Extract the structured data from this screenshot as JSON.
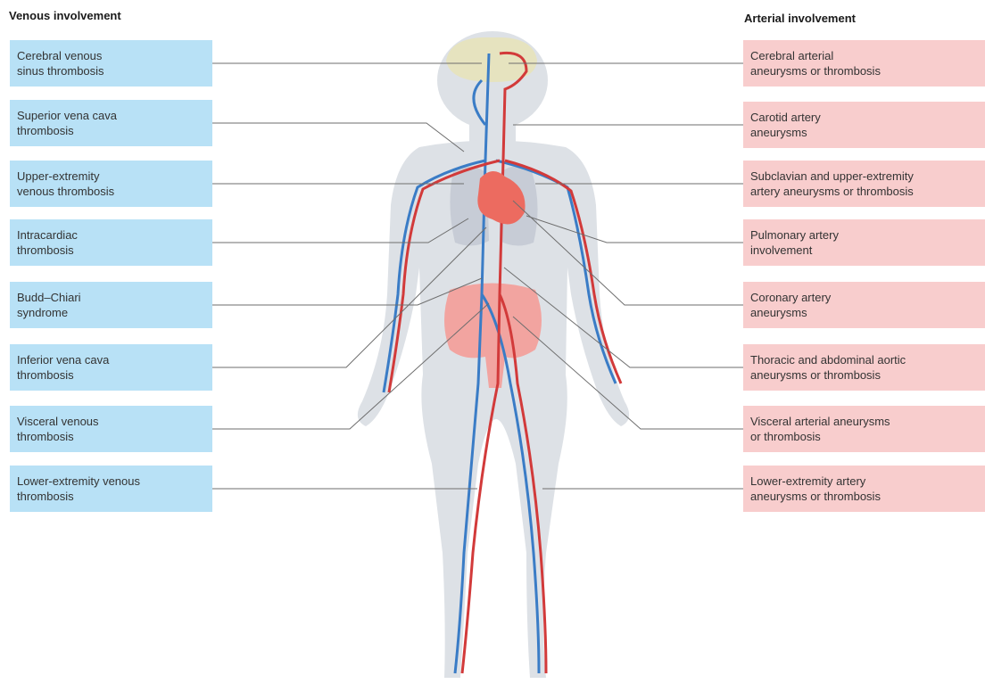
{
  "headings": {
    "venous": "Venous involvement",
    "arterial": "Arterial involvement"
  },
  "venous_items": [
    "Cerebral venous\nsinus thrombosis",
    "Superior vena cava\nthrombosis",
    "Upper-extremity\nvenous thrombosis",
    "Intracardiac\nthrombosis",
    "Budd–Chiari\nsyndrome",
    "Inferior vena cava\nthrombosis",
    "Visceral venous\nthrombosis",
    "Lower-extremity venous\nthrombosis"
  ],
  "arterial_items": [
    "Cerebral arterial\naneurysms or thrombosis",
    "Carotid artery\naneurysms",
    "Subclavian and upper-extremity\nartery aneurysms or thrombosis",
    "Pulmonary artery\ninvolvement",
    "Coronary artery\naneurysms",
    "Thoracic and abdominal aortic\naneurysms or thrombosis",
    "Visceral arterial aneurysms\nor thrombosis",
    "Lower-extremity artery\naneurysms or thrombosis"
  ],
  "colors": {
    "venous_box": "#b8e1f6",
    "arterial_box": "#f8cdcd",
    "vein": "#3a7cc6",
    "artery": "#d23a3a",
    "body": "#dde1e6",
    "brain": "#e6e3bf",
    "heart": "#ec6b60",
    "intestine": "#f2a4a0",
    "leader_line": "#6e6e6e"
  }
}
